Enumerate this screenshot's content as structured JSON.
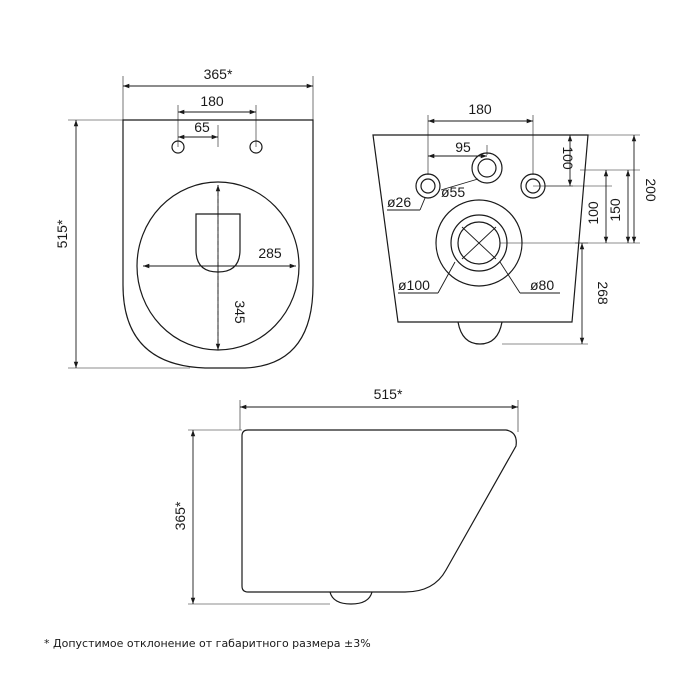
{
  "top_view": {
    "dim_width": "365*",
    "dim_bolt_spacing": "180",
    "dim_bolt_offset": "65",
    "dim_length": "515*",
    "dim_bowl_width": "285",
    "dim_bowl_length": "345"
  },
  "rear_view": {
    "dim_mount_spacing": "180",
    "dim_inlet_offset": "95",
    "dim_inlet_height": "100",
    "dim_inlet_diameter": "ø55",
    "dim_mount_diameter": "ø26",
    "dim_mount_height": "100",
    "dim_height_150": "150",
    "dim_height_200": "200",
    "dim_outlet_outer": "ø100",
    "dim_outlet_inner": "ø80",
    "dim_outlet_height": "268"
  },
  "side_view": {
    "dim_length": "515*",
    "dim_height": "365*"
  },
  "footnote": "*  Допустимое отклонение от габаритного размера ±3%"
}
